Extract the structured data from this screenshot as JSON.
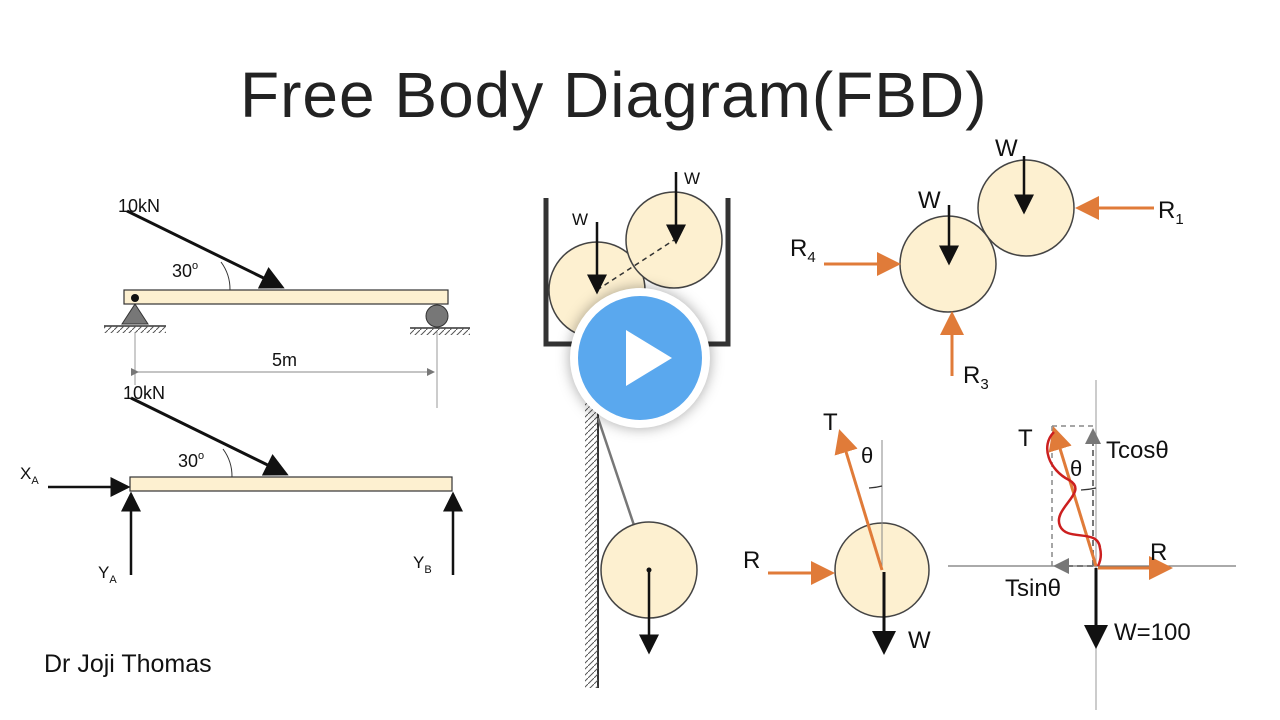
{
  "title": "Free Body Diagram(FBD)",
  "author": "Dr Joji Thomas",
  "beam1": {
    "force": "10kN",
    "angle": "30",
    "deg": "o",
    "span": "5m"
  },
  "beam2": {
    "force": "10kN",
    "angle": "30",
    "deg": "o",
    "xa": "X",
    "xa_sub": "A",
    "ya": "Y",
    "ya_sub": "A",
    "yb": "Y",
    "yb_sub": "B"
  },
  "container": {
    "w_left": "W",
    "w_right": "W"
  },
  "cylinders_fbd": {
    "w_top": "W",
    "w_left": "W",
    "r1": "R",
    "r1_sub": "1",
    "r3": "R",
    "r3_sub": "3",
    "r4": "R",
    "r4_sub": "4"
  },
  "sphere_fbd": {
    "t": "T",
    "theta": "θ",
    "r": "R",
    "w": "W"
  },
  "force_triangle": {
    "t": "T",
    "theta": "θ",
    "tcos": "Tcosθ",
    "tsin": "Tsinθ",
    "r": "R",
    "w": "W=100"
  },
  "colors": {
    "orange": "#e07b39",
    "fill": "#fdf0d0",
    "play": "#5aa8ee"
  },
  "play_button": {
    "icon": "play-icon"
  }
}
